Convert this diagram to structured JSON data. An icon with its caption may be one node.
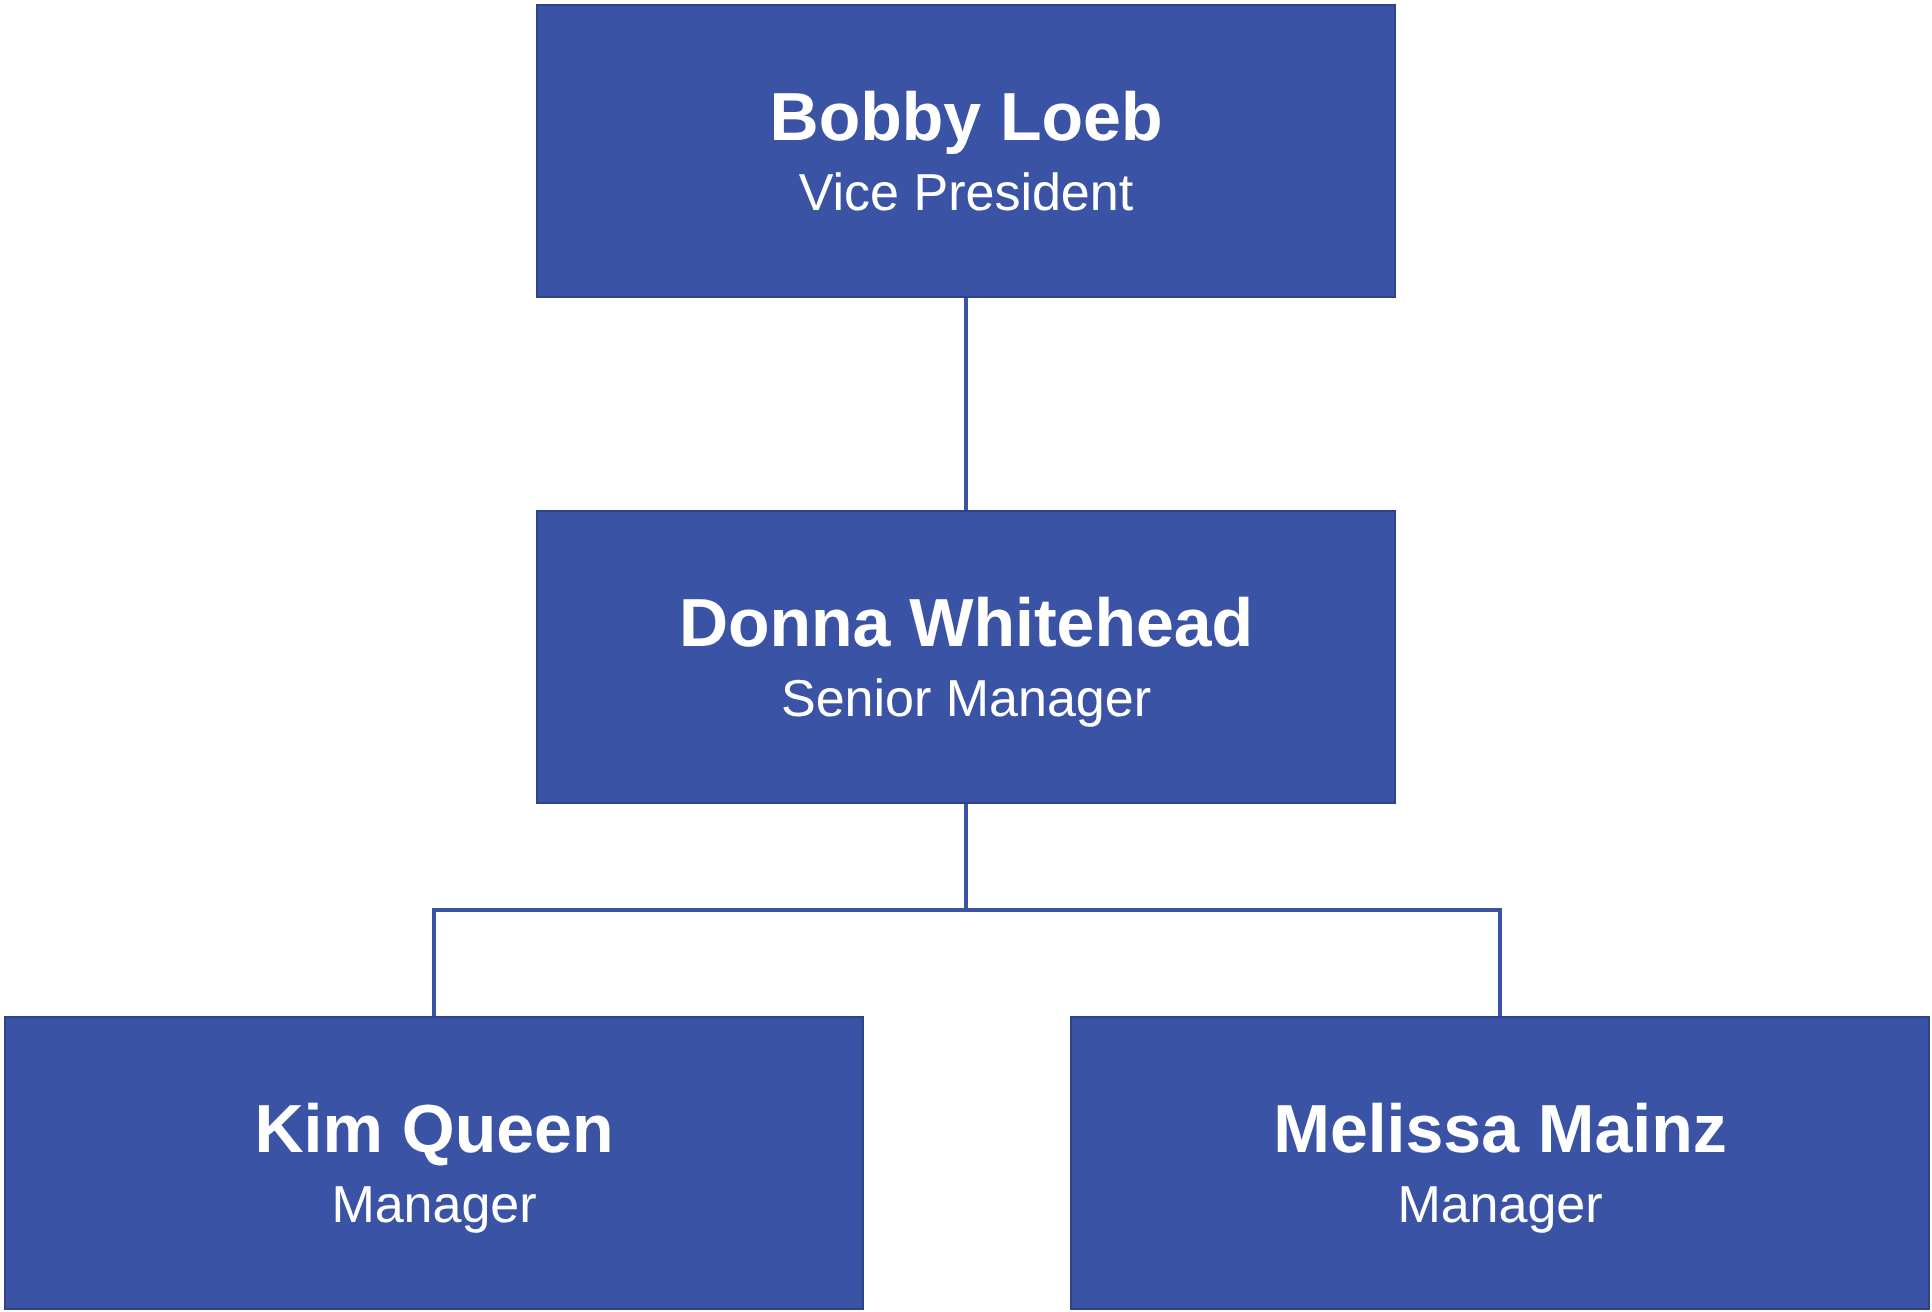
{
  "diagram": {
    "nodes": [
      {
        "text": [
          "Bobby Loeb",
          "Vice President"
        ]
      },
      {
        "text": [
          "Donna Whitehead",
          "Senior Manager"
        ]
      },
      {
        "text": [
          "Kim Queen",
          "Manager"
        ]
      },
      {
        "text": [
          "Melissa Mainz",
          "Manager"
        ]
      }
    ],
    "edges": [
      {
        "from": 0,
        "to": 1,
        "arrow": "none"
      },
      {
        "from": 1,
        "to": 2,
        "arrow": "none"
      },
      {
        "from": 1,
        "to": 3,
        "arrow": "none"
      }
    ]
  }
}
